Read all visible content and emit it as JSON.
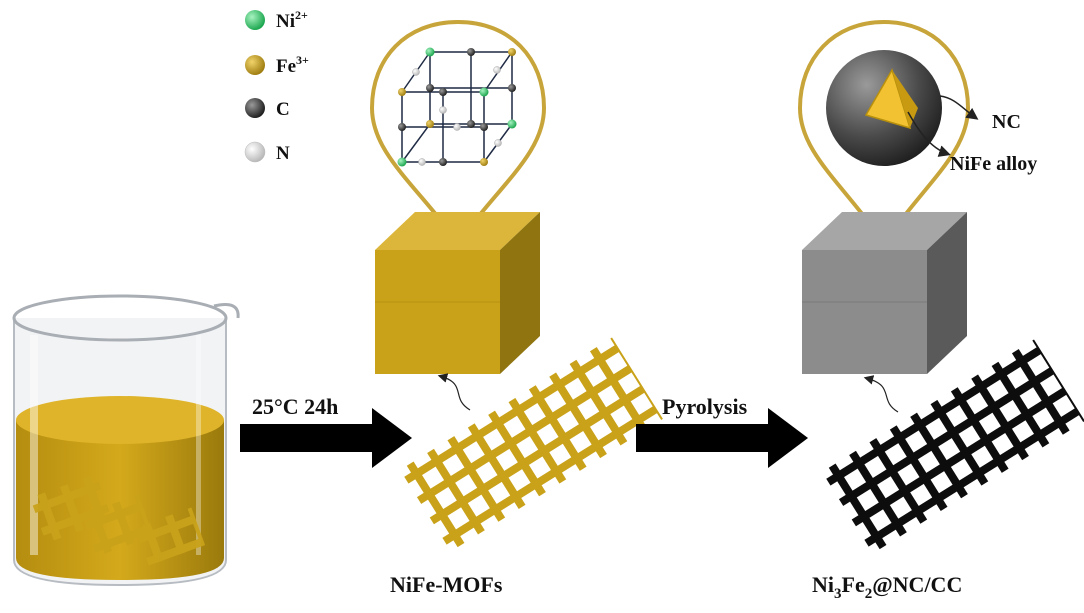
{
  "legend": [
    {
      "label": "Ni",
      "charge": "2+",
      "color": "#22c55e"
    },
    {
      "label": "Fe",
      "charge": "3+",
      "color": "#c9a21a"
    },
    {
      "label": "C",
      "charge": "",
      "color": "#444444"
    },
    {
      "label": "N",
      "charge": "",
      "color": "#dcdcdc"
    }
  ],
  "steps": {
    "step1_label": "25°C 24h",
    "step2_label": "Pyrolysis"
  },
  "products": {
    "mof_label": "NiFe-MOFs",
    "final_base": "Ni",
    "final_sub1": "3",
    "final_mid": "Fe",
    "final_sub2": "2",
    "final_rest": "@NC/CC"
  },
  "core_shell": {
    "shell_label": "NC",
    "core_label": "NiFe alloy"
  },
  "colors": {
    "gold": "#c9a21a",
    "gold_dark": "#8f7410",
    "gray_cube": "#8c8c8c",
    "black": "#111111"
  }
}
